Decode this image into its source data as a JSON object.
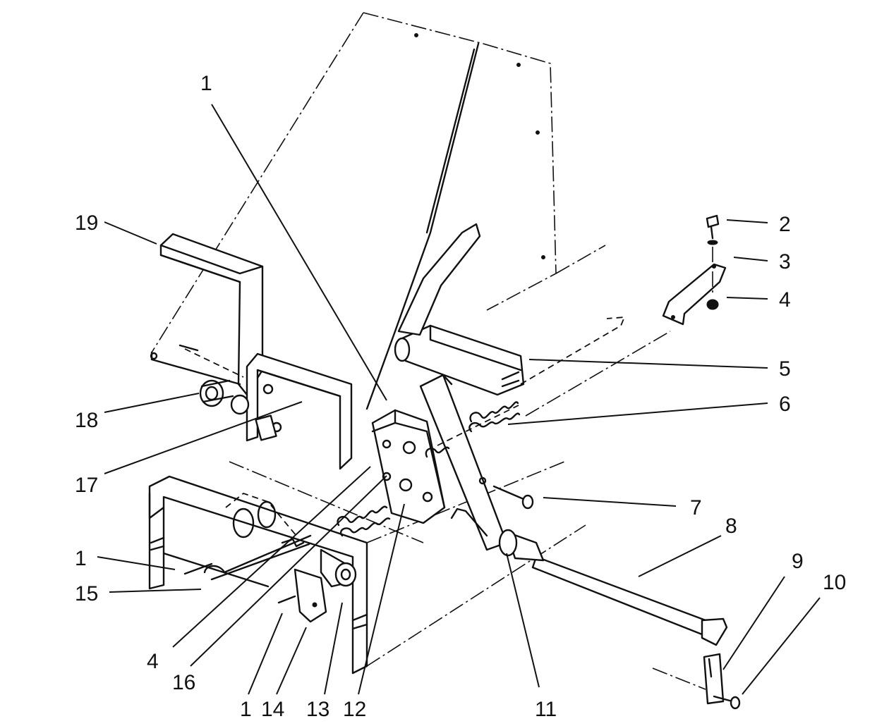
{
  "callouts": [
    {
      "id": "c1-top",
      "label": "1"
    },
    {
      "id": "c2",
      "label": "2"
    },
    {
      "id": "c3",
      "label": "3"
    },
    {
      "id": "c4-right",
      "label": "4"
    },
    {
      "id": "c5",
      "label": "5"
    },
    {
      "id": "c6",
      "label": "6"
    },
    {
      "id": "c7",
      "label": "7"
    },
    {
      "id": "c8",
      "label": "8"
    },
    {
      "id": "c9",
      "label": "9"
    },
    {
      "id": "c10",
      "label": "10"
    },
    {
      "id": "c11",
      "label": "11"
    },
    {
      "id": "c12",
      "label": "12"
    },
    {
      "id": "c13",
      "label": "13"
    },
    {
      "id": "c14",
      "label": "14"
    },
    {
      "id": "c1-bottom",
      "label": "1"
    },
    {
      "id": "c16",
      "label": "16"
    },
    {
      "id": "c4-left",
      "label": "4"
    },
    {
      "id": "c15",
      "label": "15"
    },
    {
      "id": "c1-left",
      "label": "1"
    },
    {
      "id": "c17",
      "label": "17"
    },
    {
      "id": "c18",
      "label": "18"
    },
    {
      "id": "c19",
      "label": "19"
    }
  ]
}
